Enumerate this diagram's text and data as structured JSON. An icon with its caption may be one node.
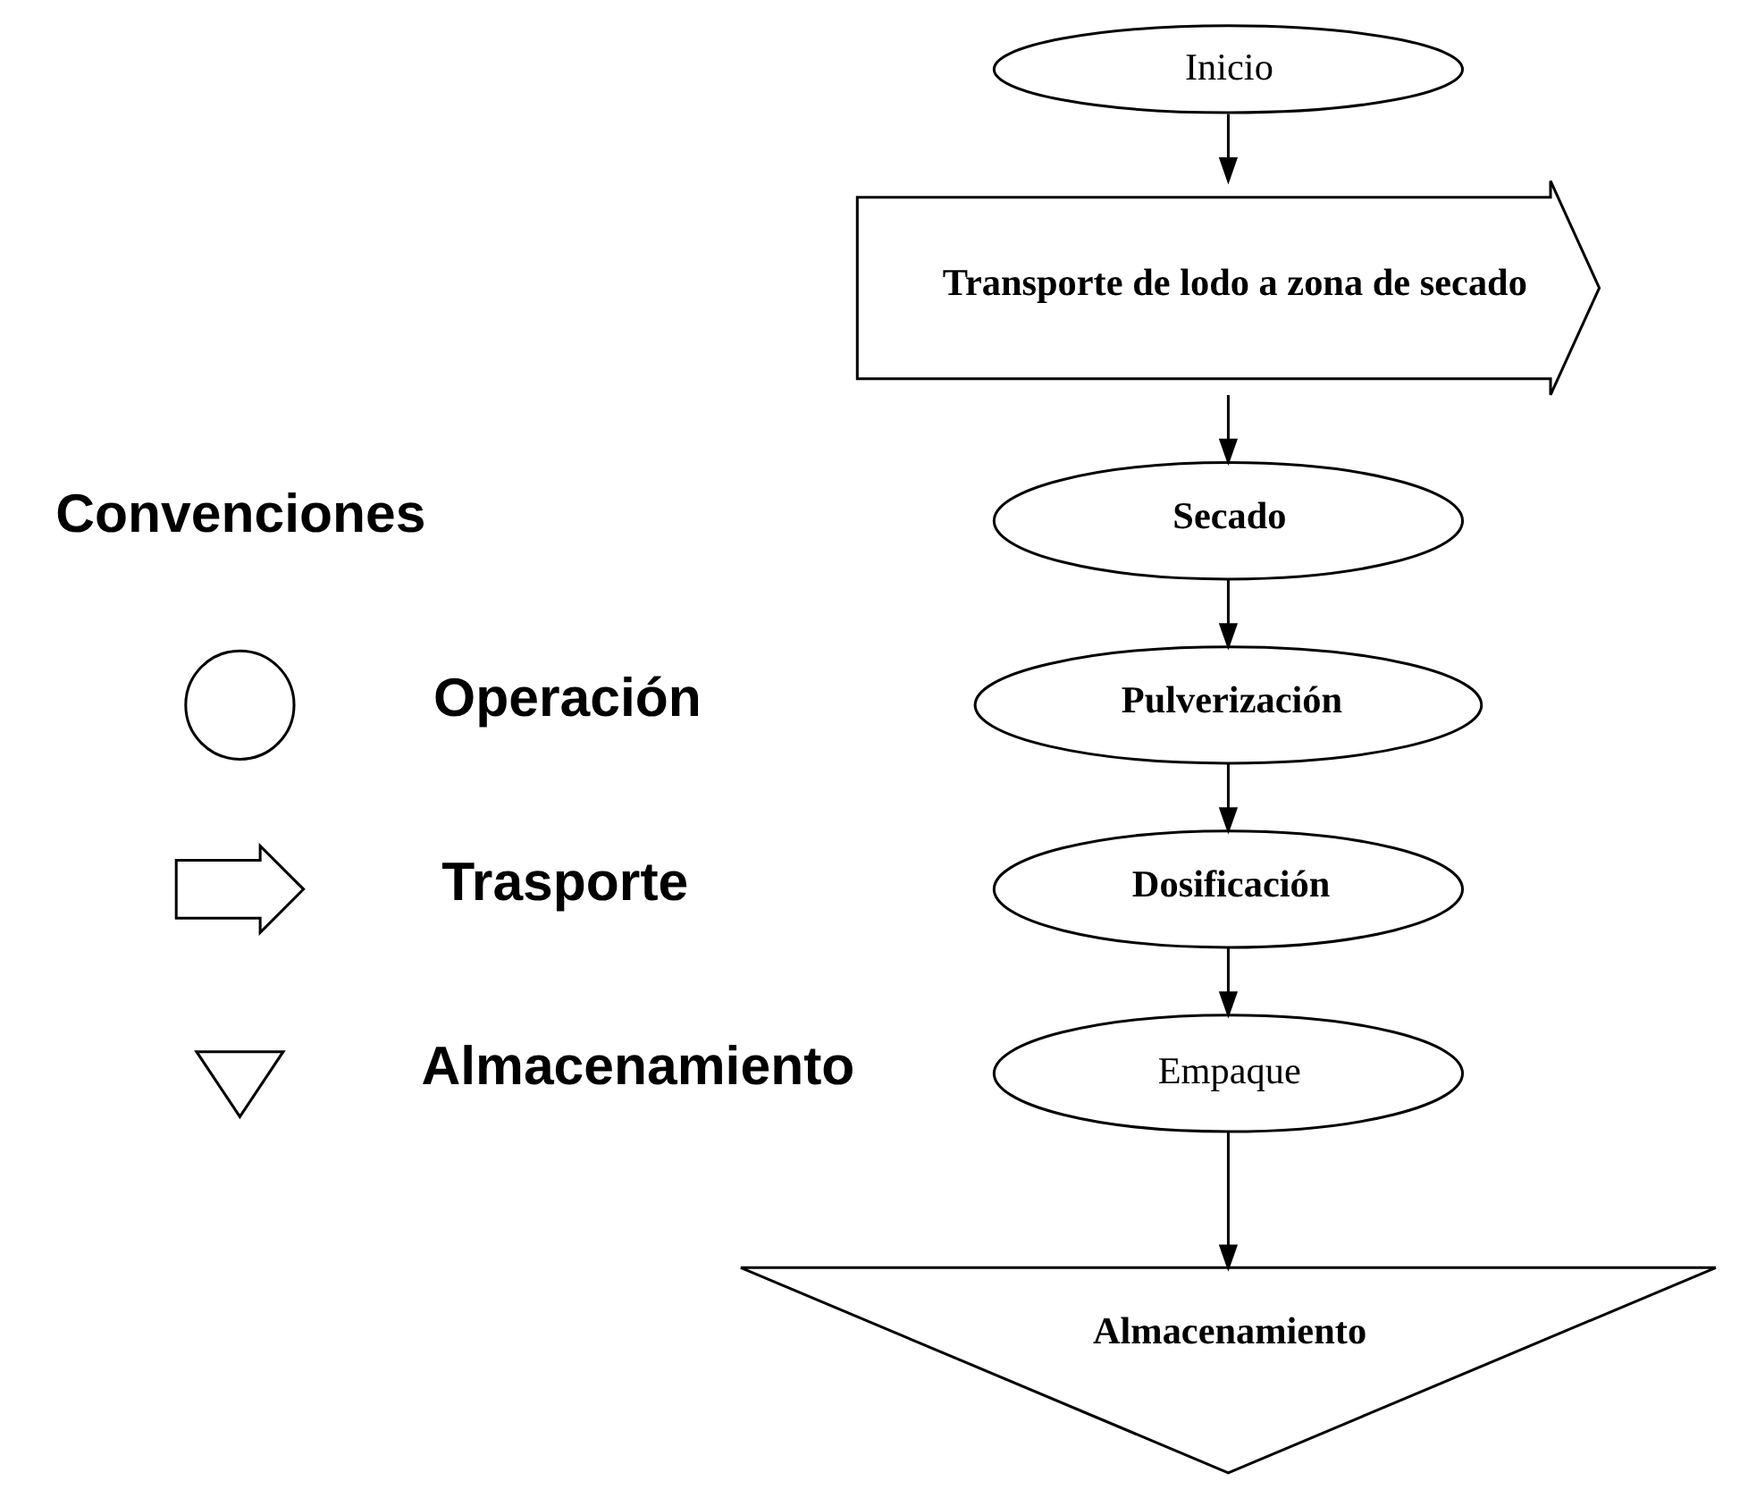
{
  "diagram": {
    "nodes": [
      {
        "text": [
          "Inicio"
        ]
      },
      {
        "text": [
          "Transporte de lodo a zona de secado"
        ]
      },
      {
        "text": [
          "Secado"
        ]
      },
      {
        "text": [
          "Pulverización"
        ]
      },
      {
        "text": [
          "Dosificación"
        ]
      },
      {
        "text": [
          "Empaque"
        ]
      },
      {
        "text": [
          "Almacenamiento"
        ]
      },
      {
        "text": [],
        "shape": "circle"
      },
      {
        "text": [],
        "shape": "arrow"
      },
      {
        "text": [],
        "shape": "triangle"
      }
    ],
    "edges": [
      {
        "from": 0,
        "to": 1,
        "arrow": "to"
      },
      {
        "from": 1,
        "to": 2,
        "arrow": "to"
      },
      {
        "from": 2,
        "to": 3,
        "arrow": "to"
      },
      {
        "from": 3,
        "to": 4,
        "arrow": "to"
      },
      {
        "from": 4,
        "to": 5,
        "arrow": "to"
      },
      {
        "from": 5,
        "to": 6,
        "arrow": "to"
      }
    ],
    "labels": [
      "Convenciones"
    ],
    "legend": [
      {
        "text": "Operación"
      },
      {
        "text": "Trasporte"
      },
      {
        "text": "Almacenamiento"
      }
    ]
  }
}
